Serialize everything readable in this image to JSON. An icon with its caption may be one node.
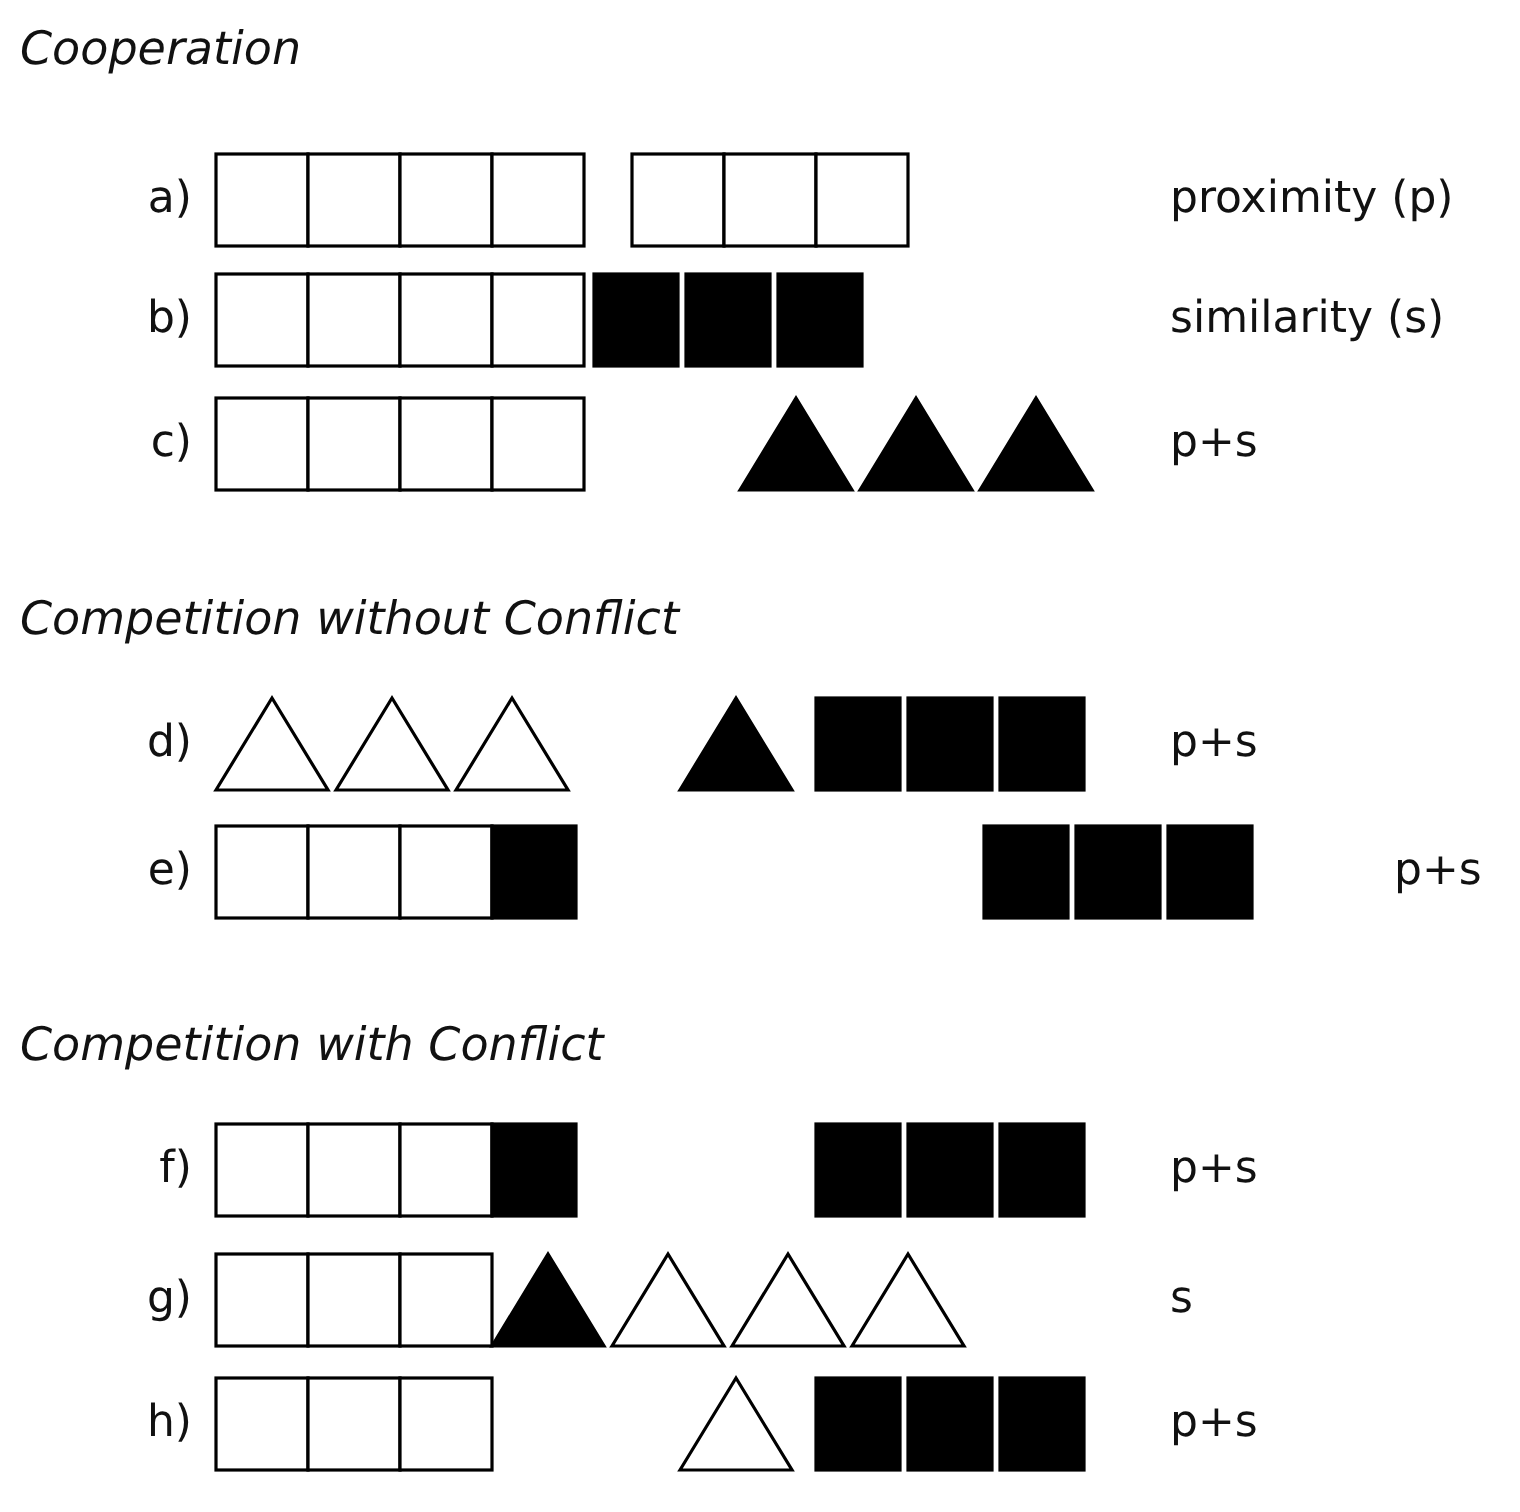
{
  "diagram": {
    "labels": [
      "Cooperation",
      "a)",
      "proximity (p)",
      "b)",
      "similarity (s)",
      "c)",
      "p+s",
      "Competition without Conflict",
      "d)",
      "p+s",
      "e)",
      "p+s",
      "Competition with Conflict",
      "f)",
      "p+s",
      "g)",
      "s",
      "h)",
      "p+s"
    ]
  }
}
